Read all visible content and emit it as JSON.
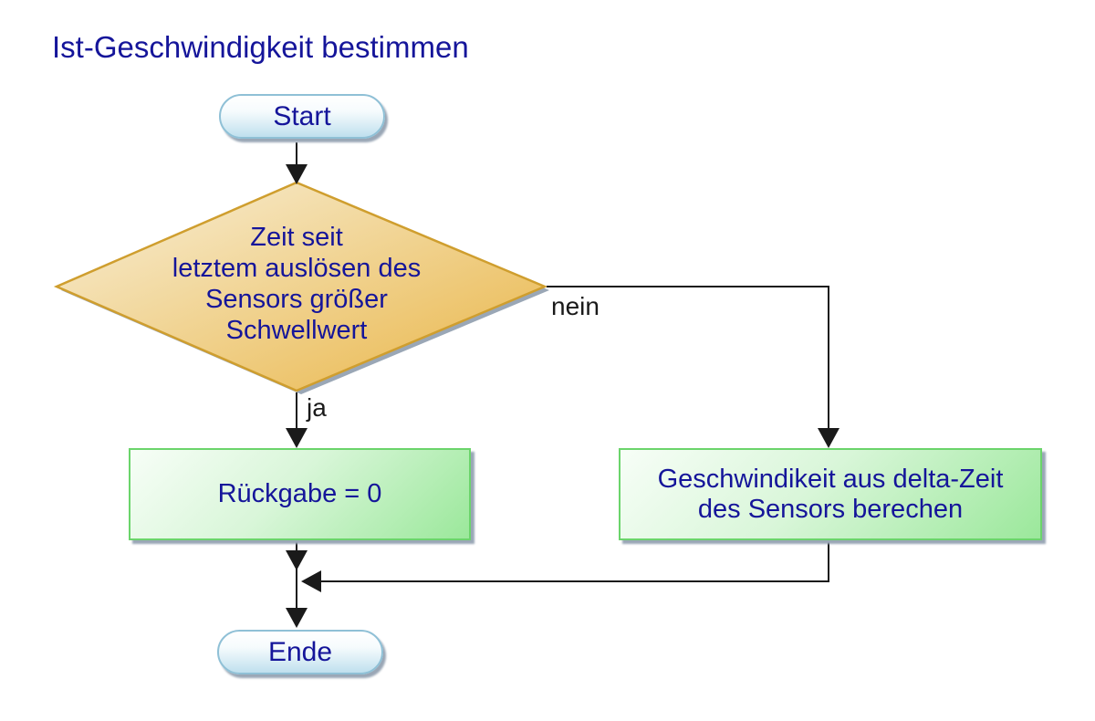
{
  "title": "Ist-Geschwindigkeit bestimmen",
  "nodes": {
    "start": "Start",
    "decision": "Zeit seit\nletztem auslösen des\nSensors größer\nSchwellwert",
    "process_left": "Rückgabe = 0",
    "process_right": "Geschwindikeit aus delta-Zeit\ndes Sensors berechen",
    "end": "Ende"
  },
  "edges": {
    "yes_label": "ja",
    "no_label": "nein"
  },
  "colors": {
    "title_text": "#15159a",
    "node_text": "#15159a",
    "edge_label_text": "#1a1a1a",
    "connector": "#1a1a1a",
    "terminator_border": "#8fc0d6",
    "terminator_top": "#f6fbfd",
    "terminator_bottom": "#bfe0ee",
    "process_border": "#6bd46b",
    "process_light": "#f7fef7",
    "process_mid": "#d9f6d9",
    "process_dark": "#9be89b",
    "decision_border": "#cf9e2e",
    "decision_light": "#f8f0da",
    "decision_dark": "#e9b546",
    "shadow": "#9aa7b6"
  }
}
